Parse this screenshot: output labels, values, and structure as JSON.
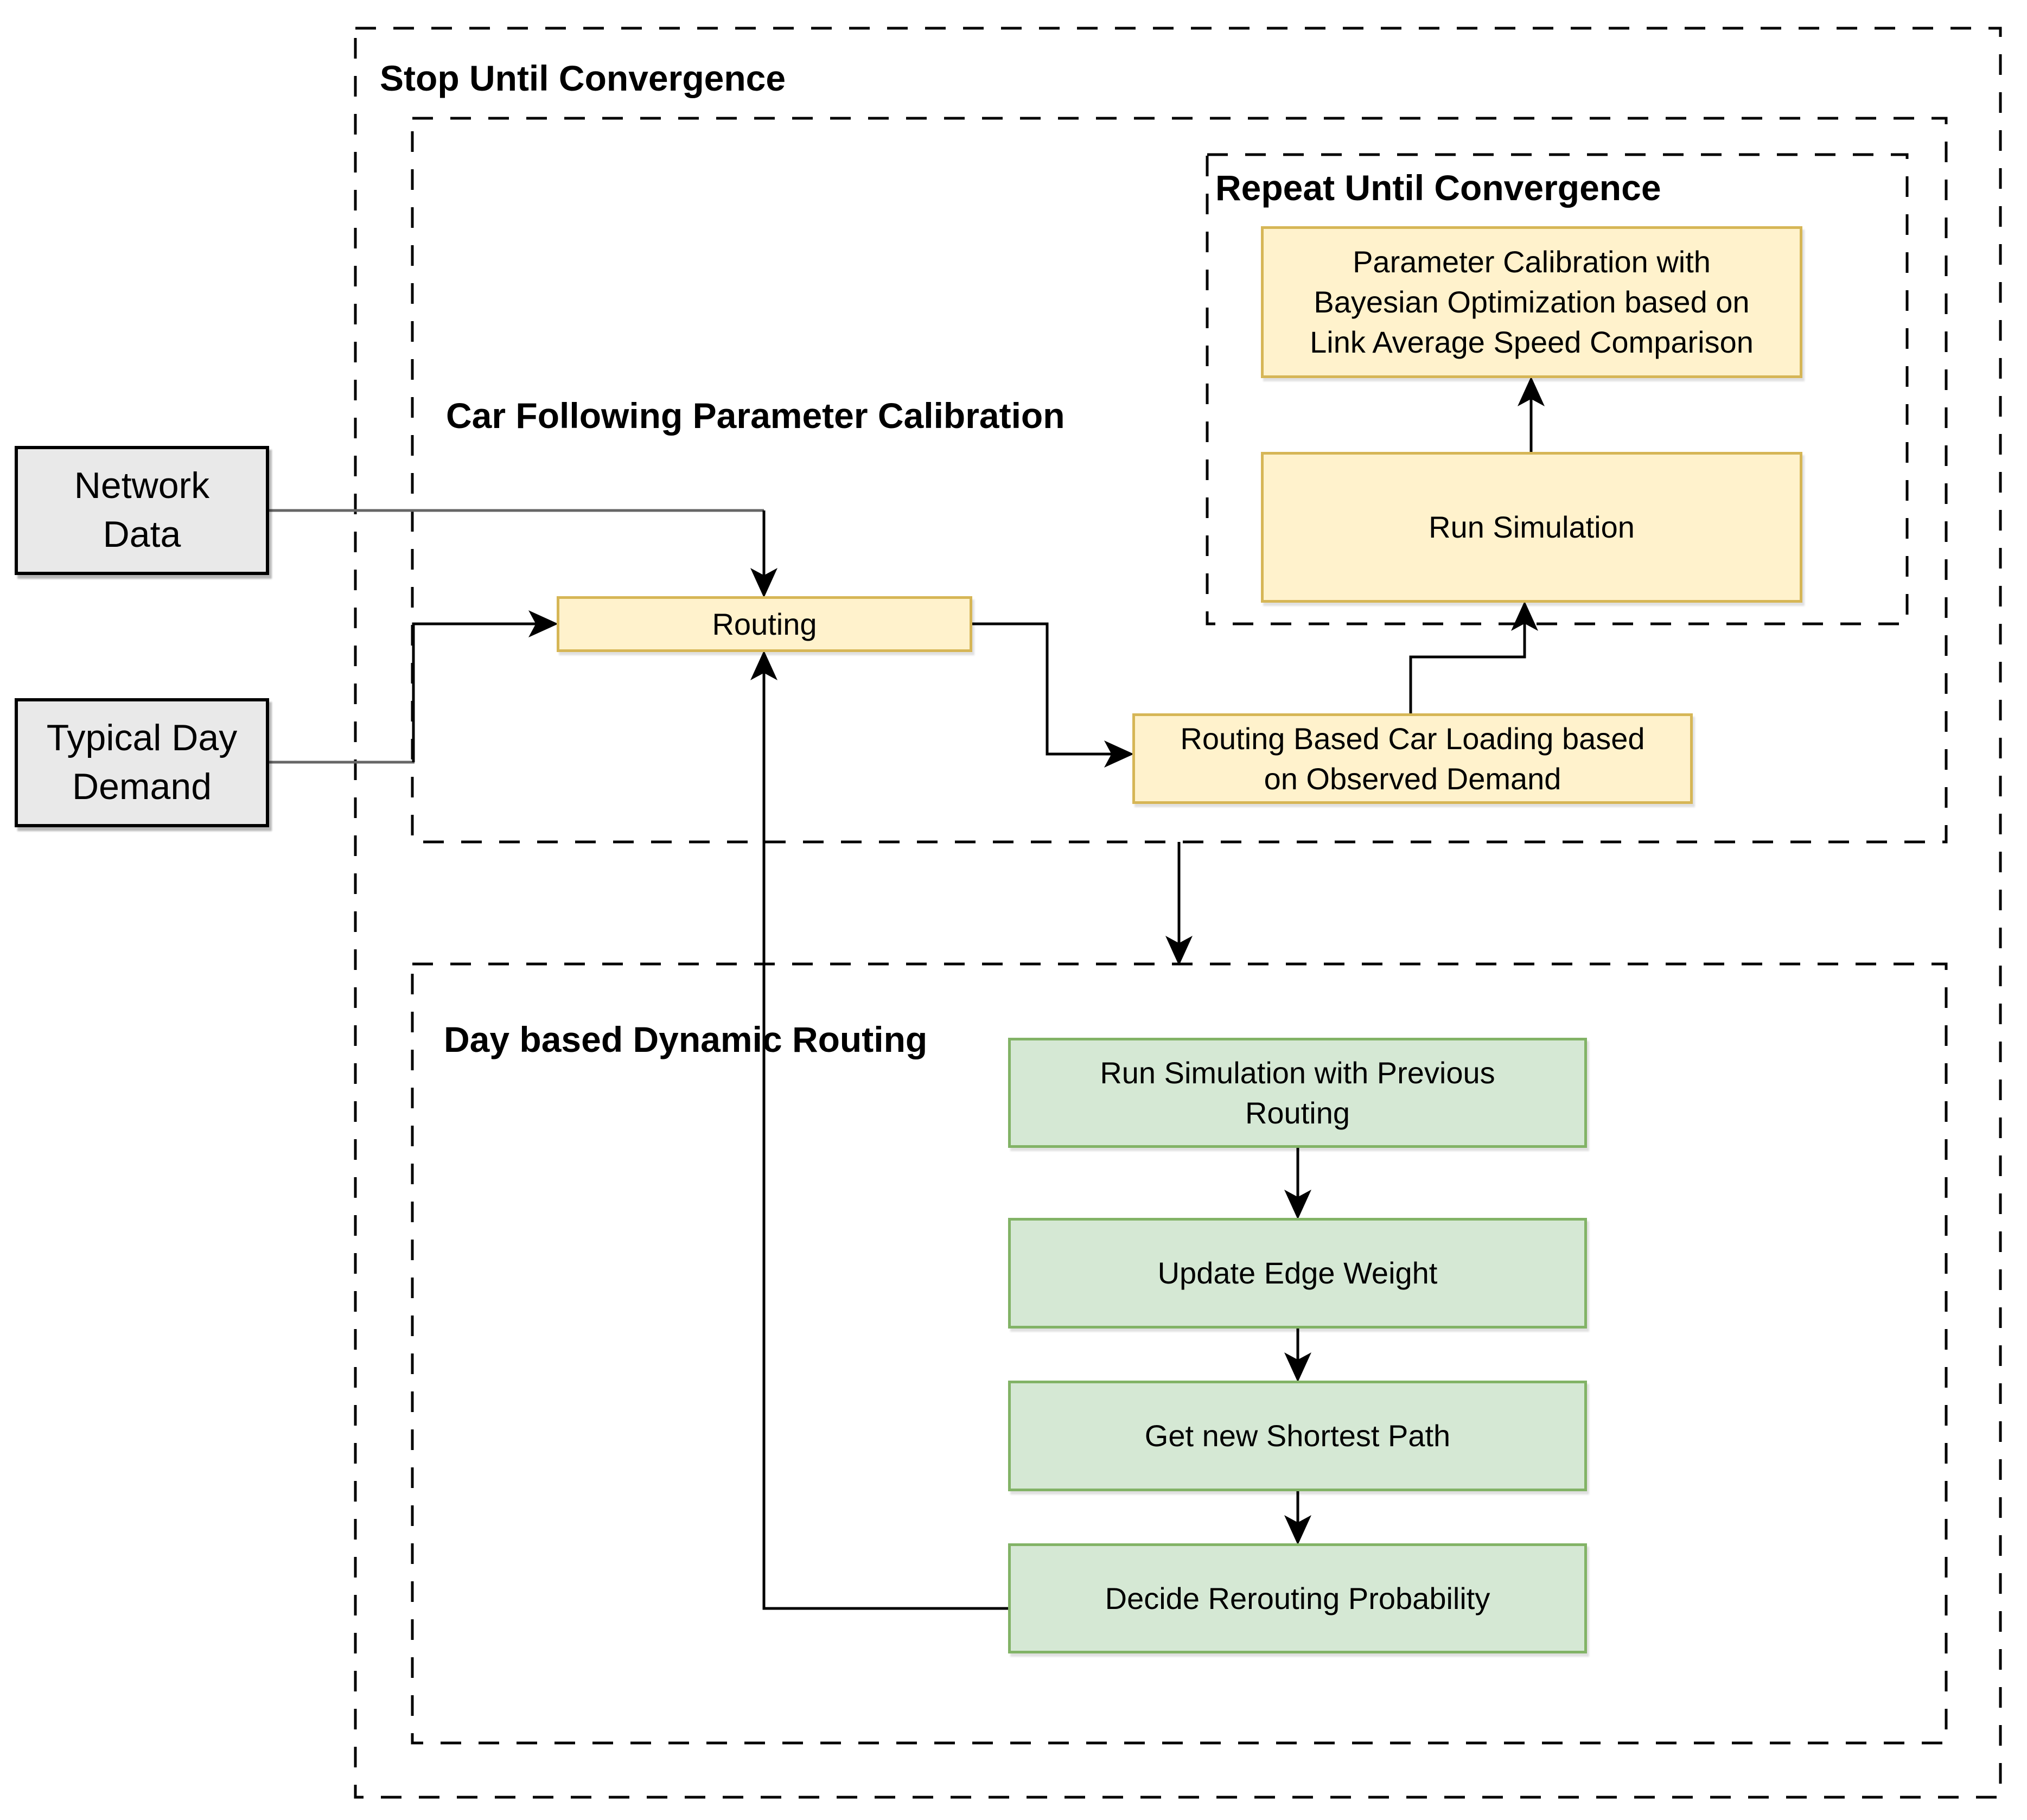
{
  "diagram": {
    "sections": {
      "outer": {
        "title": "Stop Until Convergence"
      },
      "car_following": {
        "title": "Car Following Parameter Calibration"
      },
      "repeat": {
        "title": "Repeat Until Convergence"
      },
      "day_routing": {
        "title": "Day based Dynamic Routing"
      }
    },
    "nodes": {
      "network_data": {
        "label": "Network\nData"
      },
      "typical_day_demand": {
        "label": "Typical Day\nDemand"
      },
      "routing": {
        "label": "Routing"
      },
      "param_calibration": {
        "label": "Parameter Calibration with\nBayesian Optimization based on\nLink Average Speed Comparison"
      },
      "run_simulation": {
        "label": "Run Simulation"
      },
      "car_loading": {
        "label": "Routing Based Car Loading based\non Observed Demand"
      },
      "run_sim_previous": {
        "label": "Run Simulation with Previous\nRouting"
      },
      "update_edge_weight": {
        "label": "Update Edge Weight"
      },
      "get_shortest_path": {
        "label": "Get new Shortest Path"
      },
      "rerouting_probability": {
        "label": "Decide Rerouting Probability"
      }
    },
    "colors": {
      "process_fill": "#FFF2CC",
      "process_stroke": "#D6B656",
      "day_fill": "#D5E8D4",
      "day_stroke": "#82B366",
      "input_fill": "#E9E9E9",
      "line": "#000000"
    }
  }
}
